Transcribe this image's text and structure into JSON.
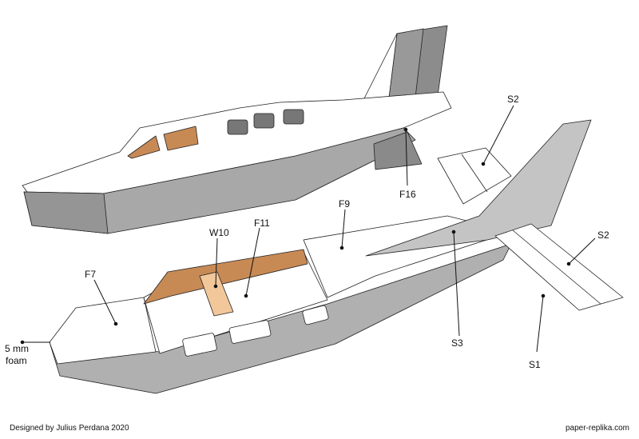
{
  "labels": {
    "s2_top": "S2",
    "s2_right": "S2",
    "f16": "F16",
    "f9": "F9",
    "w10": "W10",
    "f11": "F11",
    "f7": "F7",
    "foam_line1": "5 mm",
    "foam_line2": "foam",
    "s3": "S3",
    "s1": "S1"
  },
  "footer": {
    "credit": "Designed by Julius Perdana 2020",
    "website": "paper-replika.com"
  },
  "colors": {
    "side": "#a9a9a9",
    "dark": "#8a8a8a",
    "top": "#ffffff",
    "wood": "#c88a55",
    "light_wood": "#f2c79a"
  }
}
